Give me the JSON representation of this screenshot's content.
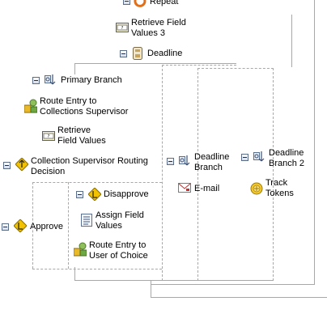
{
  "nodes": {
    "repeat": "Repeat",
    "retrieve_field_values_3": "Retrieve Field\nValues 3",
    "deadline": "Deadline",
    "primary_branch": "Primary Branch",
    "route_entry_collections_supervisor": "Route Entry to\nCollections Supervisor",
    "retrieve_field_values": "Retrieve\nField Values",
    "collection_supervisor_routing_decision": "Collection Supervisor Routing\nDecision",
    "disapprove": "Disapprove",
    "approve": "Approve",
    "assign_field_values": "Assign Field\nValues",
    "route_entry_user_of_choice": "Route Entry to\nUser of Choice",
    "deadline_branch": "Deadline\nBranch",
    "email": "E-mail",
    "deadline_branch_2": "Deadline\nBranch 2",
    "track_tokens": "Track\nTokens"
  },
  "colors": {
    "connector": "#a8a8a8",
    "decision_diamond": "#f2c200",
    "repeat_arrow": "#e0701a"
  }
}
